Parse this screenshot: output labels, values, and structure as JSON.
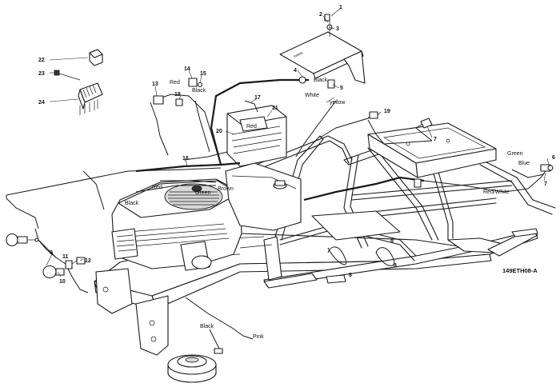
{
  "drawing_code": "149ETH08-A",
  "callouts": {
    "c1": "1",
    "c2": "2",
    "c3": "3",
    "c4": "4",
    "c5": "5",
    "c6": "6",
    "c7a": "7",
    "c7b": "7",
    "c8a": "8",
    "c8b": "8",
    "c9a": "9",
    "c9b": "9",
    "c10": "10",
    "c11": "11",
    "c12": "12",
    "c13": "13",
    "c14": "14",
    "c15": "15",
    "c16": "16",
    "c17": "17",
    "c18": "18",
    "c19": "19",
    "c20": "20",
    "c21": "21",
    "c22": "22",
    "c23": "23",
    "c24": "24"
  },
  "wire_colors": {
    "black_top": "Black",
    "white": "White",
    "yellow": "yellow",
    "red_14": "Red",
    "black_18": "Black",
    "red_20": "Red",
    "green_right": "Green",
    "blue": "Blue",
    "red_white": "Red/White",
    "red_left": "Red",
    "green_mid": "Green",
    "brown": "Brown",
    "black_engine": "Black",
    "black_bottom": "Black",
    "pink": "Pink"
  }
}
